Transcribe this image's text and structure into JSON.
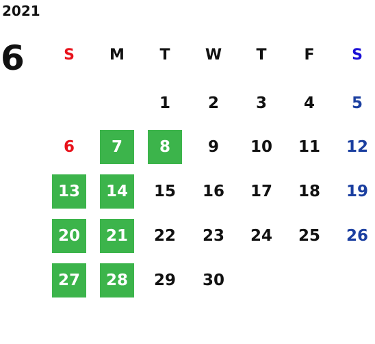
{
  "calendar": {
    "year": "2021",
    "month": "6",
    "weekdays": [
      "S",
      "M",
      "T",
      "W",
      "T",
      "F",
      "S"
    ],
    "weekday_colors": [
      "#e8111a",
      "#111111",
      "#111111",
      "#111111",
      "#111111",
      "#111111",
      "#1a0ed6"
    ],
    "weeks": [
      [
        null,
        null,
        "1",
        "2",
        "3",
        "4",
        "5"
      ],
      [
        "6",
        "7",
        "8",
        "9",
        "10",
        "11",
        "12"
      ],
      [
        "13",
        "14",
        "15",
        "16",
        "17",
        "18",
        "19"
      ],
      [
        "20",
        "21",
        "22",
        "23",
        "24",
        "25",
        "26"
      ],
      [
        "27",
        "28",
        "29",
        "30",
        null,
        null,
        null
      ]
    ],
    "highlighted_days": [
      "7",
      "8",
      "13",
      "14",
      "20",
      "21",
      "27",
      "28"
    ],
    "colors": {
      "sunday": "#e8111a",
      "saturday": "#1b3fa0",
      "default": "#111111",
      "highlight_bg": "#3cb44b",
      "highlight_text": "#ffffff"
    }
  }
}
